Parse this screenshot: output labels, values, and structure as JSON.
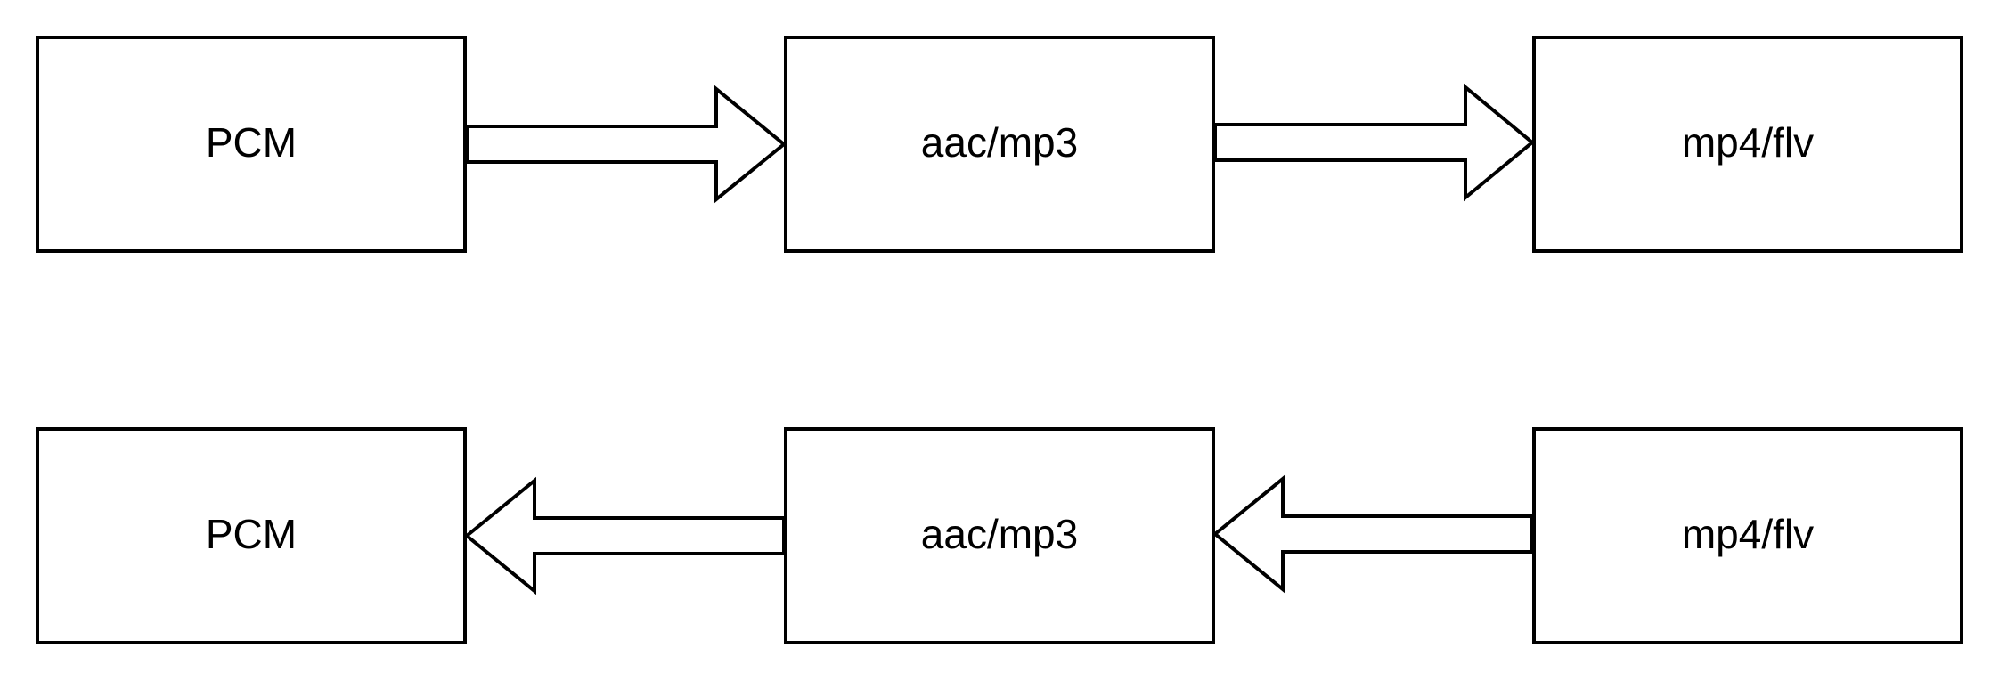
{
  "diagram": {
    "encode_row": {
      "nodes": [
        {
          "label": "PCM"
        },
        {
          "label": "aac/mp3"
        },
        {
          "label": "mp4/flv"
        }
      ],
      "direction": "left-to-right"
    },
    "decode_row": {
      "nodes": [
        {
          "label": "PCM"
        },
        {
          "label": "aac/mp3"
        },
        {
          "label": "mp4/flv"
        }
      ],
      "direction": "right-to-left"
    }
  },
  "colors": {
    "stroke": "#000000",
    "fill": "#ffffff",
    "text": "#000000"
  }
}
